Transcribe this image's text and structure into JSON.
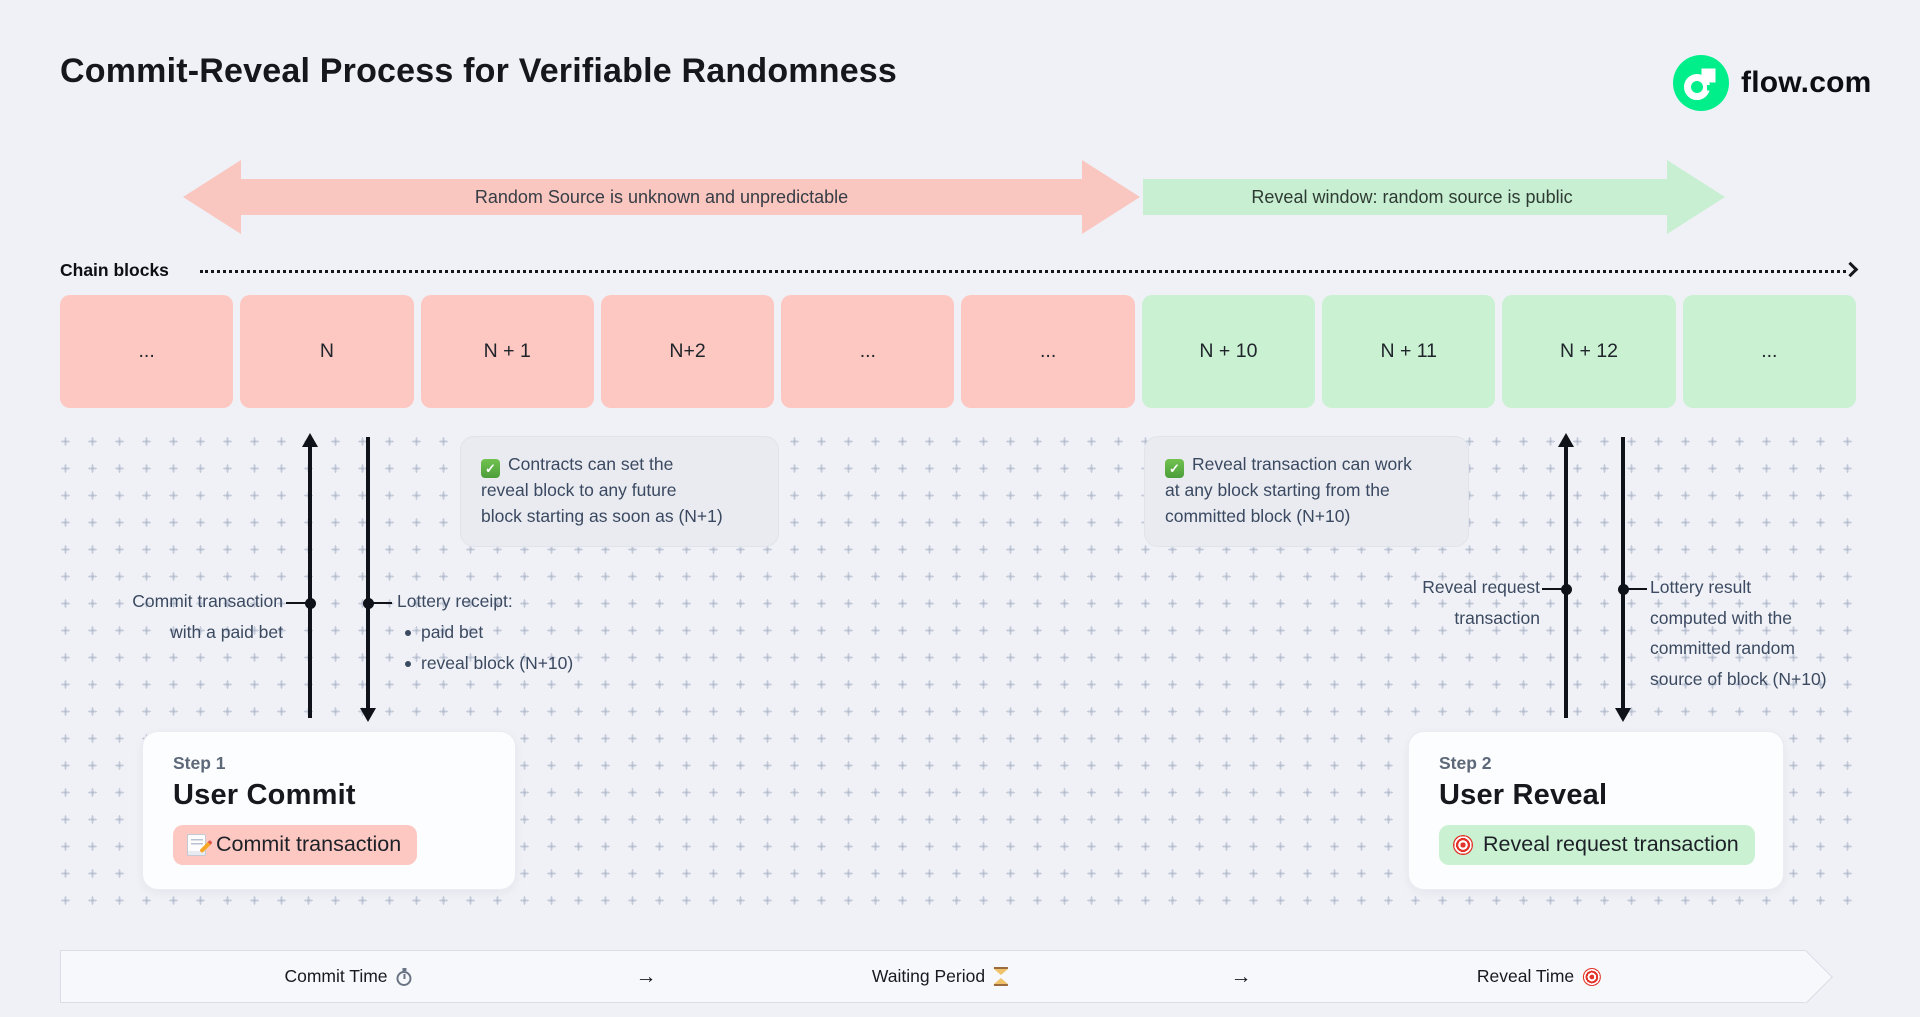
{
  "header": {
    "title": "Commit-Reveal Process for Verifiable Randomness",
    "brand": "flow.com"
  },
  "phase_arrows": {
    "commit_label": "Random Source is unknown and unpredictable",
    "reveal_label": "Reveal window: random source is public"
  },
  "chain": {
    "label": "Chain blocks",
    "blocks": [
      {
        "label": "...",
        "phase": "commit"
      },
      {
        "label": "N",
        "phase": "commit"
      },
      {
        "label": "N + 1",
        "phase": "commit"
      },
      {
        "label": "N+2",
        "phase": "commit"
      },
      {
        "label": "...",
        "phase": "commit"
      },
      {
        "label": "...",
        "phase": "commit"
      },
      {
        "label": "N + 10",
        "phase": "reveal"
      },
      {
        "label": "N + 11",
        "phase": "reveal"
      },
      {
        "label": "N + 12",
        "phase": "reveal"
      },
      {
        "label": "...",
        "phase": "reveal"
      }
    ]
  },
  "notes": {
    "commit": {
      "icon": "check-icon",
      "lines": [
        "Contracts can set the",
        "reveal block to any future",
        "block starting as soon as (N+1)"
      ]
    },
    "reveal": {
      "icon": "check-icon",
      "lines": [
        "Reveal transaction can work",
        "at any block starting from the",
        "committed block (N+10)"
      ]
    }
  },
  "flows": {
    "commit_up": {
      "lines": [
        "Commit transaction",
        "with a paid bet"
      ]
    },
    "commit_down": {
      "title": "Lottery receipt:",
      "bullets": [
        "paid bet",
        "reveal block (N+10)"
      ]
    },
    "reveal_up": {
      "lines": [
        "Reveal request",
        "transaction"
      ]
    },
    "reveal_down": {
      "lines": [
        "Lottery result",
        "computed with the",
        "committed random",
        "source of block (N+10)"
      ]
    }
  },
  "steps": [
    {
      "step": "Step 1",
      "title": "User Commit",
      "action": "Commit transaction",
      "icon": "memo-icon"
    },
    {
      "step": "Step 2",
      "title": "User Reveal",
      "action": "Reveal request transaction",
      "icon": "target-icon"
    }
  ],
  "timeline": [
    {
      "label": "Commit Time",
      "icon": "stopwatch-icon"
    },
    {
      "label": "→",
      "icon": "arrow-right"
    },
    {
      "label": "Waiting Period",
      "icon": "hourglass-icon"
    },
    {
      "label": "→",
      "icon": "arrow-right"
    },
    {
      "label": "Reveal Time",
      "icon": "target-icon"
    }
  ],
  "colors": {
    "page_bg": "#eff1f6",
    "commit_pink": "#fdc7c2",
    "reveal_green": "#cbf1d3",
    "brand_green": "#00ef8b",
    "note_bg": "#e9ebf0",
    "text_dark": "#15171d",
    "text_slate": "#3a4961"
  }
}
